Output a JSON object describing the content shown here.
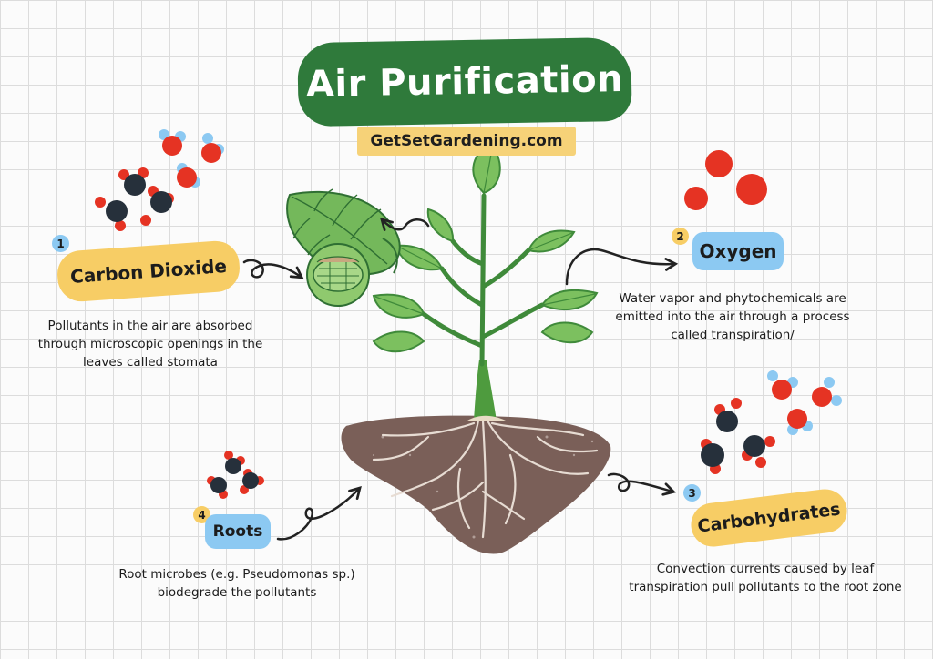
{
  "title": "Air Purification",
  "website": "GetSetGardening.com",
  "steps": [
    {
      "number": "1",
      "label": "Carbon Dioxide",
      "description": "Pollutants in the air are absorbed through microscopic openings in the leaves called stomata"
    },
    {
      "number": "2",
      "label": "Oxygen",
      "description": "Water vapor and phytochemicals are emitted into the air through a process called transpiration/"
    },
    {
      "number": "3",
      "label": "Carbohydrates",
      "description": "Convection currents caused by leaf transpiration pull pollutants to the root zone"
    },
    {
      "number": "4",
      "label": "Roots",
      "description": "Root microbes (e.g. Pseudomonas sp.) biodegrade the pollutants"
    }
  ],
  "colors": {
    "banner_green": "#2f7a3b",
    "tag_yellow": "#f7cd65",
    "tag_blue": "#8cc9f2",
    "leaf_green": "#6ab04c",
    "soil_brown": "#7a5f58",
    "oxygen_red": "#e53323",
    "carbon_black": "#26303b"
  }
}
